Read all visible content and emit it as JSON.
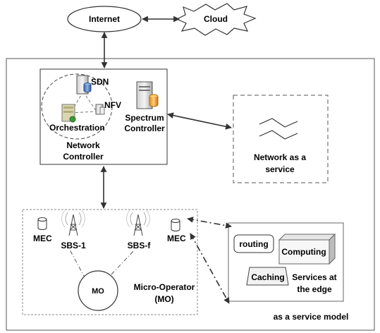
{
  "top": {
    "internet": "Internet",
    "cloud": "Cloud"
  },
  "network_controller": {
    "sdn": "SDN",
    "nfv": "NFV",
    "orchestration": "Orchestration",
    "spectrum_line1": "Spectrum",
    "spectrum_line2": "Controller",
    "title_line1": "Network",
    "title_line2": "Controller"
  },
  "naas": {
    "line1": "Network as a",
    "line2": "service"
  },
  "micro": {
    "mec_left": "MEC",
    "sbs1": "SBS-1",
    "sbsf": "SBS-f",
    "mec_right": "MEC",
    "mo": "MO",
    "title_line1": "Micro-Operator",
    "title_line2": "(MO)"
  },
  "edge": {
    "routing": "routing",
    "computing": "Computing",
    "caching": "Caching",
    "title_line1": "Services at",
    "title_line2": "the edge"
  },
  "footer": {
    "model": "as a service model"
  }
}
